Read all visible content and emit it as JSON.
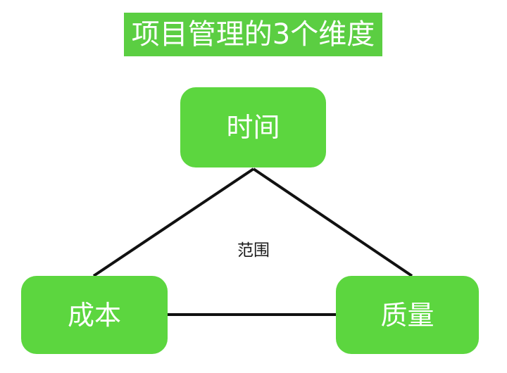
{
  "diagram": {
    "title": "项目管理的3个维度",
    "title_color": "#5BCE42",
    "title_text_color": "#ffffff",
    "node_color": "#5CD63F",
    "node_text_color": "#ffffff",
    "connector_color": "#111111",
    "background": "#ffffff",
    "center_label": "范围",
    "center_label_color": "#1a1a1a",
    "nodes": [
      {
        "id": "time",
        "label": "时间"
      },
      {
        "id": "cost",
        "label": "成本"
      },
      {
        "id": "quality",
        "label": "质量"
      }
    ],
    "connections": [
      {
        "from": "time",
        "to": "cost"
      },
      {
        "from": "time",
        "to": "quality"
      },
      {
        "from": "cost",
        "to": "quality"
      }
    ]
  }
}
